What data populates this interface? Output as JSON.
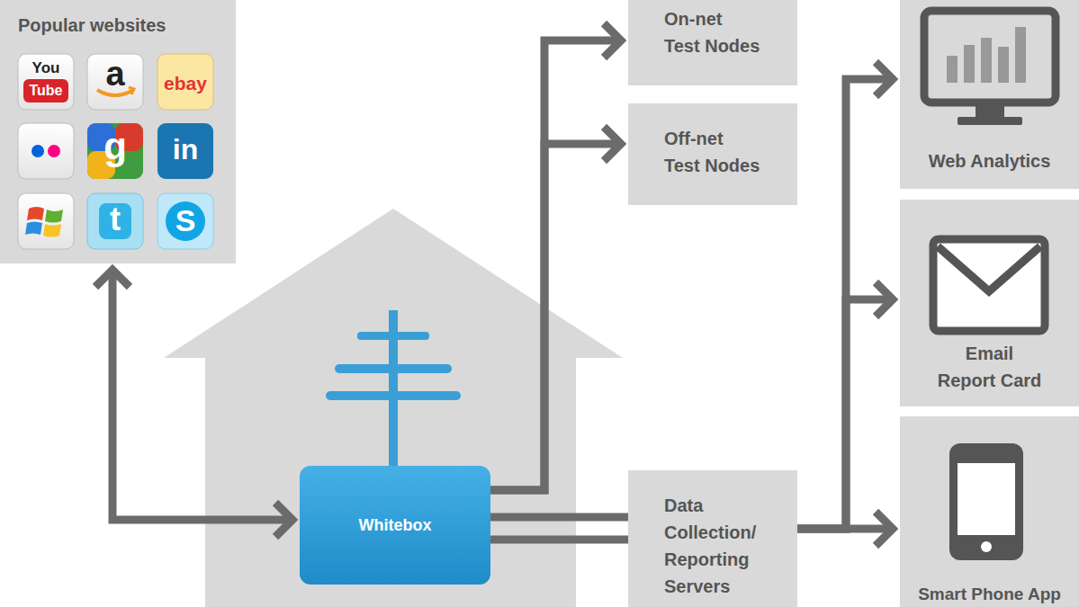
{
  "diagram": {
    "nodes": [
      {
        "text": [
          "Popular websites"
        ]
      },
      {
        "text": [
          "Whitebox"
        ]
      },
      {
        "text": [
          "On-net Test Nodes"
        ]
      },
      {
        "text": [
          "Off-net Test Nodes"
        ]
      },
      {
        "text": [
          "Data Collection/ Reporting Servers"
        ]
      },
      {
        "text": [
          "Web Analytics"
        ]
      },
      {
        "text": [
          "Email Report Card"
        ]
      },
      {
        "text": [
          "Smart Phone App"
        ]
      }
    ],
    "edges": [
      {
        "from": 0,
        "to": 1,
        "arrow": "both"
      },
      {
        "from": 1,
        "to": 2,
        "arrow": "to"
      },
      {
        "from": 1,
        "to": 3,
        "arrow": "to"
      },
      {
        "from": 1,
        "to": 4,
        "arrow": "none"
      },
      {
        "from": 1,
        "to": 4,
        "arrow": "none"
      },
      {
        "from": 4,
        "to": 5,
        "arrow": "to"
      },
      {
        "from": 4,
        "to": 6,
        "arrow": "to"
      },
      {
        "from": 4,
        "to": 7,
        "arrow": "to"
      }
    ],
    "labels": [
      "You",
      "Tube",
      "a",
      "ebay",
      "g",
      "in",
      "t",
      "S"
    ]
  }
}
